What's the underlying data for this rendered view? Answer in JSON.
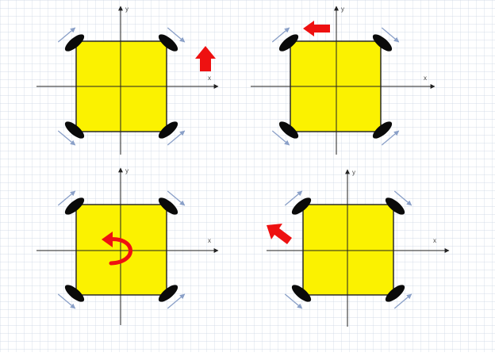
{
  "panels": [
    {
      "id": "move-forward",
      "x_label": "x",
      "y_label": "y",
      "motion": "up-arrow",
      "wheel_tilt": "standard"
    },
    {
      "id": "move-left",
      "x_label": "x",
      "y_label": "y",
      "motion": "left-arrow",
      "wheel_tilt": "standard"
    },
    {
      "id": "rotate",
      "x_label": "x",
      "y_label": "y",
      "motion": "curved-rotation-arrow",
      "wheel_tilt": "standard"
    },
    {
      "id": "move-diagonal",
      "x_label": "x",
      "y_label": "y",
      "motion": "up-left-diagonal-arrow",
      "wheel_tilt": "standard"
    }
  ],
  "colors": {
    "background": "#ffffff",
    "grid": "#c9d3e2",
    "platform": "#fbf200",
    "platform_border": "#2a2a2a",
    "axis": "#222222",
    "wheel": "#0a0a0a",
    "motion_arrow": "#ee1111",
    "roller_arrow": "#8aa0c8"
  }
}
